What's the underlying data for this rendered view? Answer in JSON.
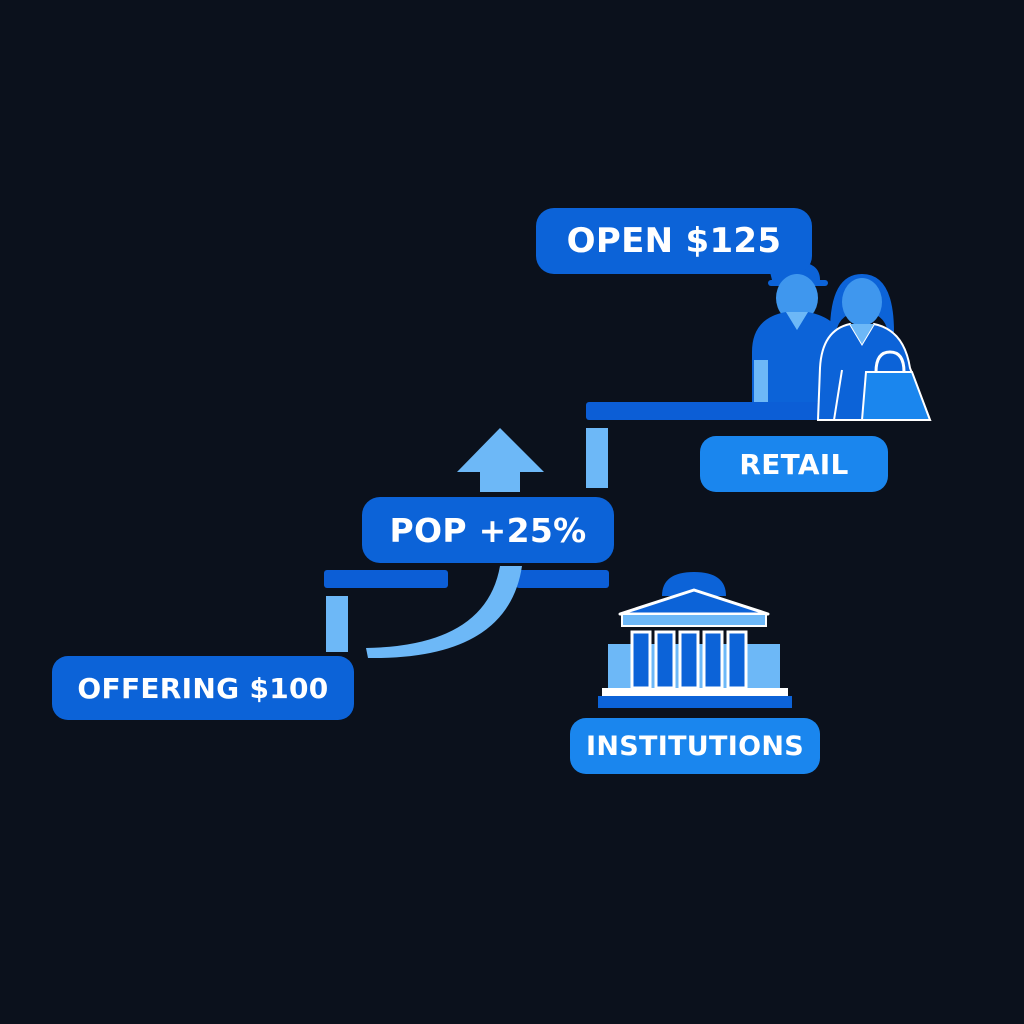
{
  "labels": {
    "open": "OPEN $125",
    "pop": "POP +25%",
    "offering": "OFFERING $100",
    "retail": "RETAIL",
    "institutions": "INSTITUTIONS"
  },
  "colors": {
    "background": "#0b111c",
    "primary_blue": "#0c63d8",
    "light_blue": "#6db8f7",
    "bright_blue": "#1a86ee",
    "dark_blue": "#0a4fc4"
  },
  "icons": [
    "up-arrow-icon",
    "retail-investors-icon",
    "institution-building-icon",
    "shopping-bag-icon"
  ]
}
